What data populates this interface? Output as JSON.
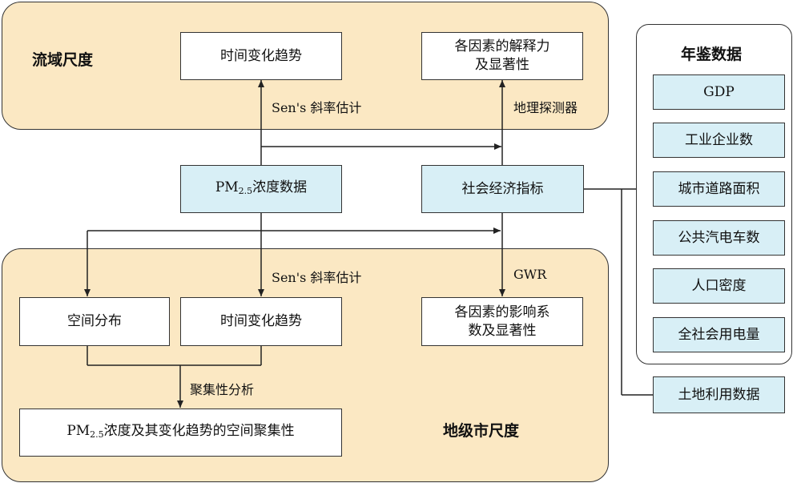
{
  "basin_scale": {
    "title": "流域尺度",
    "trend_box": "时间变化趋势",
    "explain_box_line1": "各因素的解释力",
    "explain_box_line2": "及显著性",
    "sen_label": "Sen's 斜率估计",
    "geodetector_label": "地理探测器"
  },
  "middle": {
    "pm_box_prefix": "PM",
    "pm_box_subscript": "2.5",
    "pm_box_suffix": "浓度数据",
    "socio_box": "社会经济指标"
  },
  "city_scale": {
    "title": "地级市尺度",
    "sen_label": "Sen's 斜率估计",
    "gwr_label": "GWR",
    "spatial_box": "空间分布",
    "trend_box": "时间变化趋势",
    "coef_box_line1": "各因素的影响系",
    "coef_box_line2": "数及显著性",
    "cluster_label": "聚集性分析",
    "result_prefix": "PM",
    "result_subscript": "2.5",
    "result_suffix": "浓度及其变化趋势的空间聚集性"
  },
  "yearbook": {
    "title": "年鉴数据",
    "items": [
      "GDP",
      "工业企业数",
      "城市道路面积",
      "公共汽电车数",
      "人口密度",
      "全社会用电量"
    ]
  },
  "land_use_box": "土地利用数据",
  "colors": {
    "region_fill": "#fbe8c3",
    "data_box_fill": "#d8eff6",
    "stroke": "#333333"
  }
}
